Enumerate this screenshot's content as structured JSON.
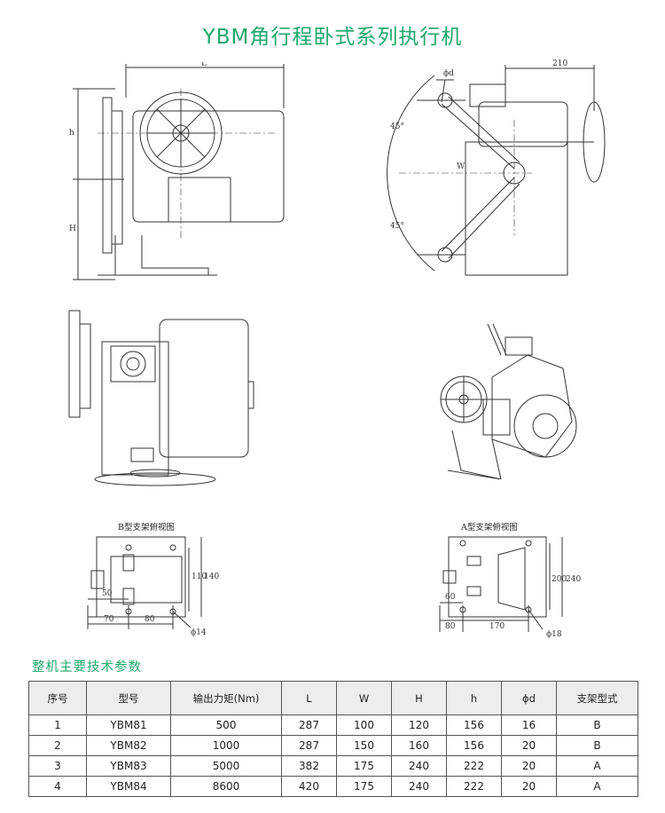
{
  "title": "YBM角行程卧式系列执行机",
  "dims": {
    "L": "L",
    "h": "h",
    "H": "H",
    "phi_d": "ϕd",
    "d210": "210",
    "angle_top": "45°",
    "angle_bottom": "45°",
    "W": "W",
    "b_50": "50",
    "b_70": "70",
    "b_80": "80",
    "b_110": "110",
    "b_140": "140",
    "b_phi14": "ϕ14",
    "a_60": "60",
    "a_80": "80",
    "a_170": "170",
    "a_200": "200",
    "a_240": "240",
    "a_phi18": "ϕ18"
  },
  "view_labels": {
    "b_bracket": "B型支架俯视图",
    "a_bracket": "A型支架俯视图"
  },
  "section_heading": "整机主要技术参数",
  "table": {
    "headers": [
      "序号",
      "型号",
      "输出力矩(Nm)",
      "L",
      "W",
      "H",
      "h",
      "ϕd",
      "支架型式"
    ],
    "rows": [
      [
        "1",
        "YBM81",
        "500",
        "287",
        "100",
        "120",
        "156",
        "16",
        "B"
      ],
      [
        "2",
        "YBM82",
        "1000",
        "287",
        "150",
        "160",
        "156",
        "20",
        "B"
      ],
      [
        "3",
        "YBM83",
        "5000",
        "382",
        "175",
        "240",
        "222",
        "20",
        "A"
      ],
      [
        "4",
        "YBM84",
        "8600",
        "420",
        "175",
        "240",
        "222",
        "20",
        "A"
      ]
    ]
  },
  "colors": {
    "accent": "#1fa86b",
    "line": "#333333",
    "header_bg": "#ededed"
  }
}
